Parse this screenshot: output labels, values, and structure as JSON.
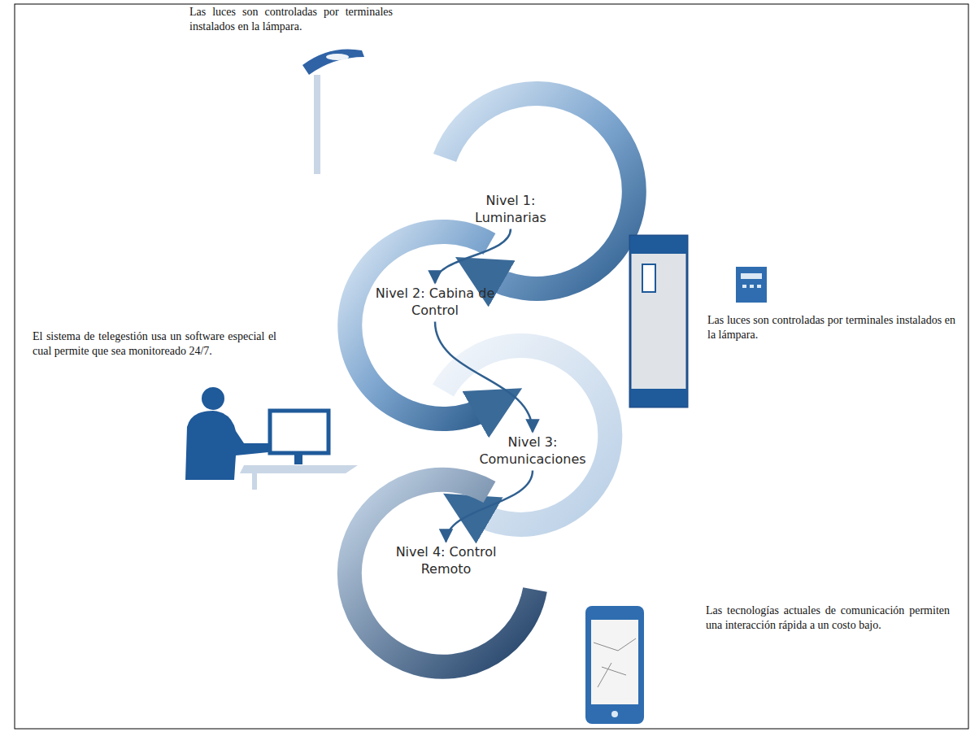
{
  "diagram": {
    "nodes": [
      {
        "text": [
          "Nivel 1: Luminarias"
        ]
      },
      {
        "text": [
          "Nivel 2: Cabina de Control"
        ]
      },
      {
        "text": [
          "Nivel 3: Comunicaciones"
        ]
      },
      {
        "text": [
          "Nivel 4: Control Remoto"
        ]
      }
    ],
    "edges": [
      {
        "from": 0,
        "to": 1,
        "arrow": "to"
      },
      {
        "from": 1,
        "to": 2,
        "arrow": "to"
      },
      {
        "from": 2,
        "to": 3,
        "arrow": "to"
      }
    ],
    "labels": [
      "Las luces son controladas por terminales instalados en la lámpara.",
      "Las luces son controladas por terminales instalados en la lámpara.",
      "El sistema de telegestión usa un software especial el cual permite que sea monitoreado 24/7.",
      "Las tecnologías actuales de comunicación permiten una interacción rápida a un costo bajo."
    ]
  }
}
